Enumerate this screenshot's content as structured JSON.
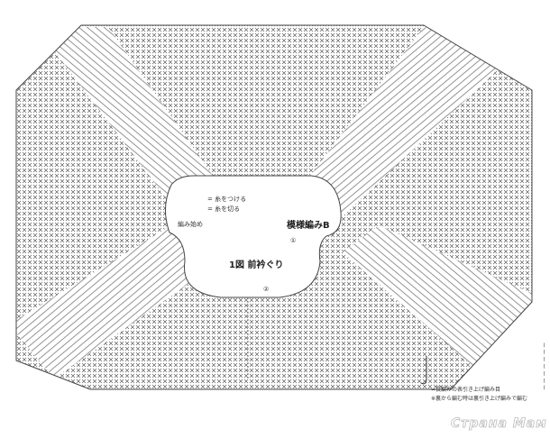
{
  "diagram": {
    "title": "1図 前衿ぐり",
    "pattern_label": "模様編みB",
    "start_label": "編み始め",
    "attach_yarn": "= 糸をつける",
    "cut_yarn": "= 糸を切る",
    "marker_1": "①",
    "marker_2": "②",
    "legend_line1": "=長編みの表引き上げ編み目",
    "legend_line2": "※裏から編む時は裏引き上げ編みで編む",
    "side_text": "ー ー ー ー ー ー ー",
    "watermark": "Страна Мам"
  }
}
